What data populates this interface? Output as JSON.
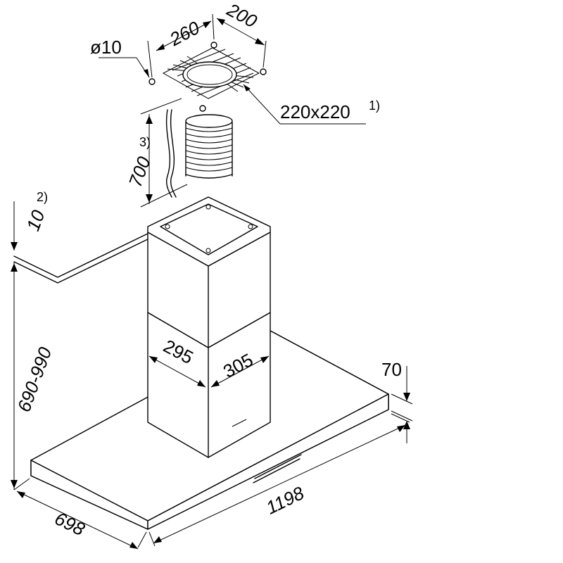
{
  "labels": {
    "hole_diameter": "ø10",
    "width_260": "260",
    "depth_200": "200",
    "cutout": "220x220",
    "cutout_note": "1)",
    "duct_height": "700",
    "duct_note": "3)",
    "ceiling_gap": "10",
    "ceiling_note": "2)",
    "height_range": "690-990",
    "chimney_width": "295",
    "chimney_depth": "305",
    "hood_thickness": "70",
    "hood_width": "1198",
    "hood_depth": "698"
  }
}
